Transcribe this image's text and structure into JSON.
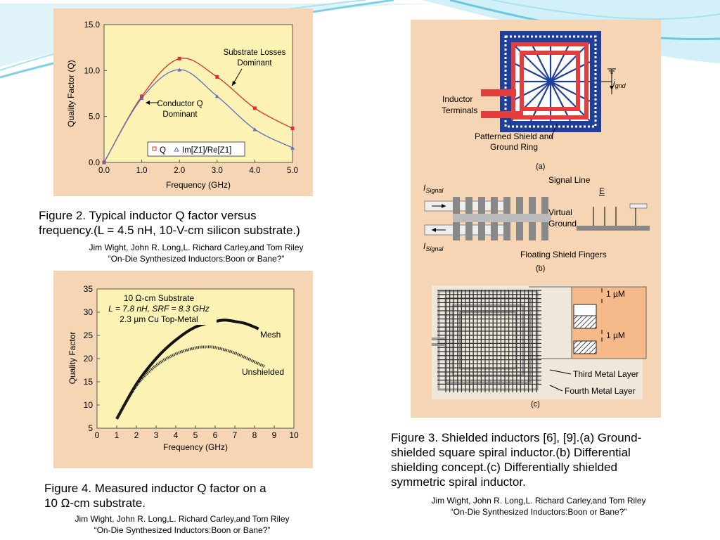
{
  "figure2": {
    "caption_line1": "Figure 2. Typical inductor Q factor versus",
    "caption_line2": "frequency.(L = 4.5 nH, 10-V-cm silicon substrate.)",
    "credit_line1": "Jim Wight, John R. Long,L. Richard Carley,and Tom Riley",
    "credit_line2": "“On-Die Synthesized Inductors:Boon or Bane?”",
    "chart_data": {
      "type": "line",
      "xlabel": "Frequency (GHz)",
      "ylabel": "Quality Factor (Q)",
      "xlim": [
        0,
        5
      ],
      "ylim": [
        0,
        15
      ],
      "x_ticks": [
        "0.0",
        "1.0",
        "2.0",
        "3.0",
        "4.0",
        "5.0"
      ],
      "y_ticks": [
        "0.0",
        "5.0",
        "10.0",
        "15.0"
      ],
      "legend": {
        "position": "bottom-right",
        "q_label": "Q",
        "im_label": "Im[Z1]/Re[Z1]"
      },
      "annotations": [
        "Substrate Losses",
        "Dominant",
        "Conductor Q",
        "Dominant"
      ],
      "series": [
        {
          "name": "Q",
          "color": "#e03030",
          "x": [
            0,
            1,
            2,
            3,
            4,
            5
          ],
          "y": [
            0,
            7.2,
            11.3,
            9.3,
            5.9,
            3.7
          ]
        },
        {
          "name": "Im[Z1]/Re[Z1]",
          "color": "#5a6fc0",
          "x": [
            0,
            1,
            2,
            3,
            4,
            5
          ],
          "y": [
            0,
            7.0,
            10.1,
            7.2,
            3.6,
            1.6
          ]
        }
      ]
    }
  },
  "figure4": {
    "caption_line1": "Figure 4. Measured inductor Q factor on a",
    "caption_line2": "10 Ω-cm substrate.",
    "credit_line1": "Jim Wight, John R. Long,L. Richard Carley,and Tom Riley",
    "credit_line2": "“On-Die Synthesized Inductors:Boon or Bane?”",
    "chart_data": {
      "type": "line",
      "xlabel": "Frequency (GHz)",
      "ylabel": "Quality Factor",
      "xlim": [
        0,
        10
      ],
      "ylim": [
        5,
        35
      ],
      "x_ticks": [
        "0",
        "1",
        "2",
        "3",
        "4",
        "5",
        "6",
        "7",
        "8",
        "9",
        "10"
      ],
      "y_ticks": [
        "5",
        "10",
        "15",
        "20",
        "25",
        "30",
        "35"
      ],
      "annotations": [
        "10 Ω-cm Substrate",
        "L = 7.8 nH, SRF = 8.3 GHz",
        "2.3 µm Cu Top-Metal"
      ],
      "series": [
        {
          "name": "Mesh",
          "color": "#111111",
          "x": [
            1,
            2,
            3,
            4,
            5,
            6,
            6.5,
            7,
            7.5,
            8,
            8.2
          ],
          "y": [
            7,
            14.5,
            20,
            24,
            26.8,
            28,
            28.3,
            28,
            27.6,
            26.8,
            26.4
          ]
        },
        {
          "name": "Unshielded",
          "color": "#111111",
          "x": [
            1,
            2,
            3,
            4,
            5,
            5.5,
            6,
            7,
            8,
            8.5
          ],
          "y": [
            7,
            14.2,
            18.5,
            21,
            22.3,
            22.5,
            22.4,
            21.2,
            19.3,
            18.3
          ]
        }
      ]
    }
  },
  "figure3": {
    "caption_line1": "Figure 3. Shielded inductors [6], [9].(a) Ground-",
    "caption_line2": "shielded square spiral inductor.(b) Differential",
    "caption_line3": "shielding concept.(c) Differentially shielded",
    "caption_line4": "symmetric spiral inductor.",
    "credit_line1": "Jim Wight, John R. Long,L. Richard Carley,and Tom Riley",
    "credit_line2": "“On-Die Synthesized Inductors:Boon or Bane?”",
    "a": {
      "inductor_terminals_1": "Inductor",
      "inductor_terminals_2": "Terminals",
      "shield_1": "Patterned Shield and",
      "shield_2": "Ground Ring",
      "igrd_i": "i",
      "igrd_sub": "gnd",
      "label": "(a)"
    },
    "b": {
      "signal_line": "Signal Line",
      "isignal_i": "I",
      "isignal_sub": "Signal",
      "efield": "E",
      "virtual": "Virtual",
      "ground": "Ground",
      "floating": "Floating Shield Fingers",
      "label": "(b)"
    },
    "c": {
      "um1": "1 µM",
      "um2": "1 µM",
      "third": "Third Metal Layer",
      "fourth": "Fourth Metal Layer",
      "label": "(c)"
    }
  }
}
